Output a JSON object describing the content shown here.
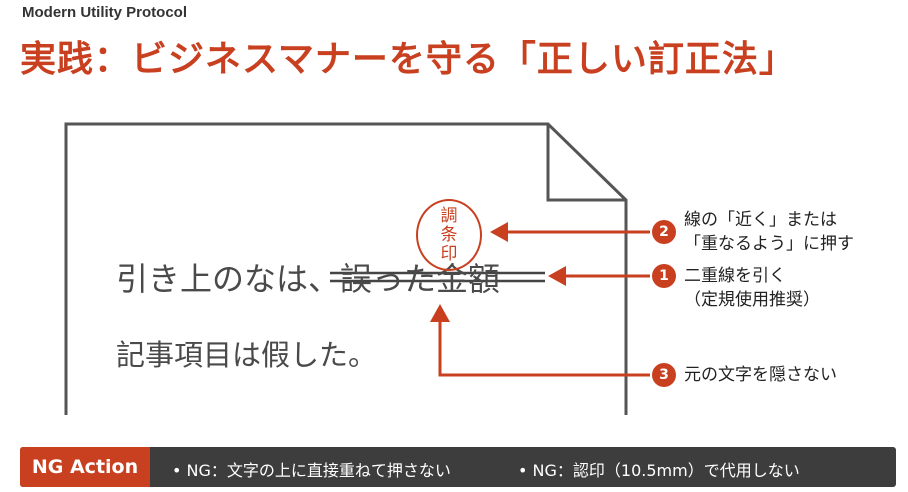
{
  "header": {
    "brand": "Modern Utility Protocol",
    "title": "実践：ビジネスマナーを守る「正しい訂正法」"
  },
  "document": {
    "line1_prefix": "引き上のなは、",
    "line1_struck": "誤った金額",
    "line2": "記事項目は假した。",
    "stamp_chars": [
      "調",
      "条",
      "印"
    ]
  },
  "annotations": [
    {
      "number": "2",
      "lines": [
        "線の「近く」または",
        "「重なるよう」に押す"
      ]
    },
    {
      "number": "1",
      "lines": [
        "二重線を引く",
        "（定規使用推奨）"
      ]
    },
    {
      "number": "3",
      "lines": [
        "元の文字を隠さない"
      ]
    }
  ],
  "footer": {
    "tag": "NG Action",
    "items": [
      "• NG：文字の上に直接重ねて押さない",
      "• NG：認印（10.5mm）で代用しない"
    ]
  },
  "colors": {
    "accent": "#c8401f",
    "footer_bg": "#3d3d3d",
    "text": "#4a4a4a"
  }
}
